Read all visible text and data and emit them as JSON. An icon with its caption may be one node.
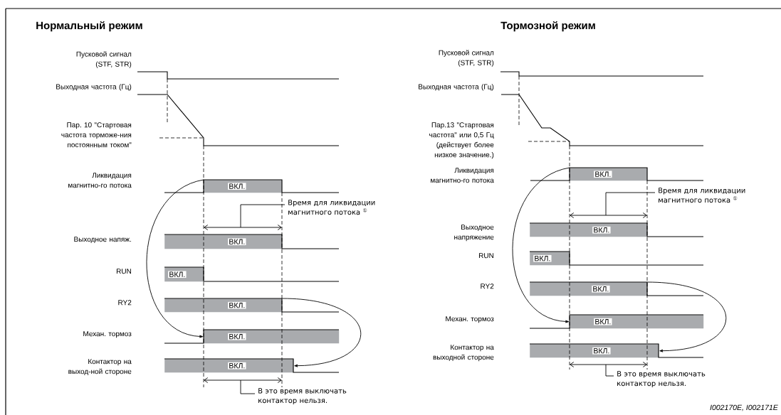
{
  "diagram": {
    "nodes": [
      {
        "text": [
          "ВКЛ."
        ]
      },
      {
        "text": [
          "ВКЛ."
        ]
      },
      {
        "text": [
          "ВКЛ."
        ]
      },
      {
        "text": [
          "ВКЛ."
        ]
      },
      {
        "text": [
          "ВКЛ."
        ]
      },
      {
        "text": [
          "ВКЛ."
        ]
      },
      {
        "text": [
          "ВКЛ."
        ]
      },
      {
        "text": [
          "ВКЛ."
        ]
      },
      {
        "text": [
          "ВКЛ."
        ]
      },
      {
        "text": [
          "ВКЛ."
        ]
      },
      {
        "text": [
          "ВКЛ."
        ]
      },
      {
        "text": [
          "ВКЛ."
        ]
      }
    ],
    "edges": [
      {
        "from": 0,
        "to": 4,
        "arrow": "to"
      },
      {
        "from": 3,
        "to": 5,
        "arrow": "to"
      },
      {
        "from": 6,
        "to": 10,
        "arrow": "to"
      },
      {
        "from": 9,
        "to": 11,
        "arrow": "to"
      }
    ],
    "labels": [
      "Нормальный режим",
      "Тормозной режим",
      "Пусковой сигнал (STF, STR)",
      "Выходная частота (Гц)",
      "Пар. 10 \"Стартовая частота торможе-ния постоянным током\"",
      "Ликвидация магнитно-го потока",
      "Выходное напяж.",
      "RUN",
      "RY2",
      "Механ. тормоз",
      "Контактор на выход-ной стороне",
      "Время для ликвидации магнитного потока $^{①}$",
      "В это время выключать контактор нельзя.",
      "Пусковой сигнал (STF, STR)",
      "Выходная частота (Гц)",
      "Пар.13 \"Стартовая частота\" или 0,5 Гц (действует более низкое значение.)",
      "Ликвидация магнитно-го потока",
      "Выходное напряжение",
      "RUN",
      "RY2",
      "Механ. тормоз",
      "Контактор на выходной стороне",
      "Время для ликвидации магнитного потока $^{①}$",
      "В это время выключать контактор нельзя.",
      "I002170E, I002171E"
    ]
  }
}
